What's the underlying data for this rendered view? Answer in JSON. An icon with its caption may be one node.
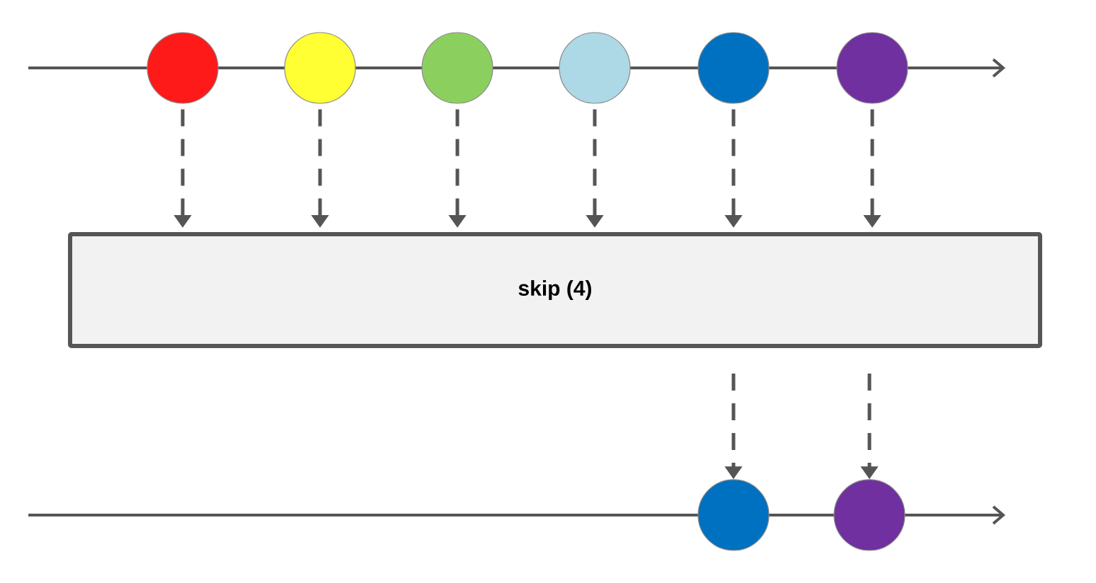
{
  "diagram": {
    "nodes": [
      {
        "text": [],
        "shape": "circle"
      },
      {
        "text": [],
        "shape": "circle"
      },
      {
        "text": [],
        "shape": "circle"
      },
      {
        "text": [],
        "shape": "circle"
      },
      {
        "text": [],
        "shape": "circle"
      },
      {
        "text": [],
        "shape": "circle"
      },
      {
        "text": [
          "skip (4)"
        ]
      },
      {
        "text": [],
        "shape": "circle"
      },
      {
        "text": [],
        "shape": "circle"
      }
    ],
    "edges": [
      {
        "from": 0,
        "to": 6,
        "arrow": "to",
        "style": "dashed"
      },
      {
        "from": 1,
        "to": 6,
        "arrow": "to",
        "style": "dashed"
      },
      {
        "from": 2,
        "to": 6,
        "arrow": "to",
        "style": "dashed"
      },
      {
        "from": 3,
        "to": 6,
        "arrow": "to",
        "style": "dashed"
      },
      {
        "from": 4,
        "to": 6,
        "arrow": "to",
        "style": "dashed"
      },
      {
        "from": 5,
        "to": 6,
        "arrow": "to",
        "style": "dashed"
      },
      {
        "from": 6,
        "to": 7,
        "arrow": "to",
        "style": "dashed"
      },
      {
        "from": 6,
        "to": 8,
        "arrow": "to",
        "style": "dashed"
      }
    ]
  }
}
